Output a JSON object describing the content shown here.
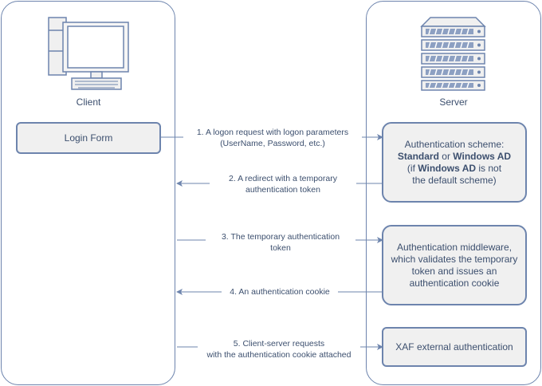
{
  "lanes": {
    "client": {
      "title": "Client"
    },
    "server": {
      "title": "Server"
    }
  },
  "client_box": {
    "label": "Login Form"
  },
  "server_boxes": {
    "scheme": {
      "line1": "Authentication scheme:",
      "bold1": "Standard",
      "or": " or ",
      "bold2": "Windows AD",
      "line3_pre": "(if ",
      "bold3": "Windows AD",
      "line3_post": " is not",
      "line4": "the default scheme)"
    },
    "middleware": {
      "label": "Authentication middleware, which validates the temporary token and issues an authentication cookie"
    },
    "xaf": {
      "label": "XAF external authentication"
    }
  },
  "arrows": [
    {
      "line1": "1. A logon request with logon parameters",
      "line2": "(UserName, Password, etc.)"
    },
    {
      "line1": "2. A redirect with a temporary",
      "line2": "authentication token"
    },
    {
      "line1": "3. The temporary authentication",
      "line2": "token"
    },
    {
      "line1": "4. An authentication cookie",
      "line2": ""
    },
    {
      "line1": "5. Client-server requests",
      "line2": "with the authentication cookie attached"
    }
  ],
  "colors": {
    "stroke": "#6d84ad",
    "box_fill": "#f0f0f0",
    "text": "#3c4f6e"
  },
  "icons": {
    "client": "desktop-computer-icon",
    "server": "server-rack-icon"
  }
}
